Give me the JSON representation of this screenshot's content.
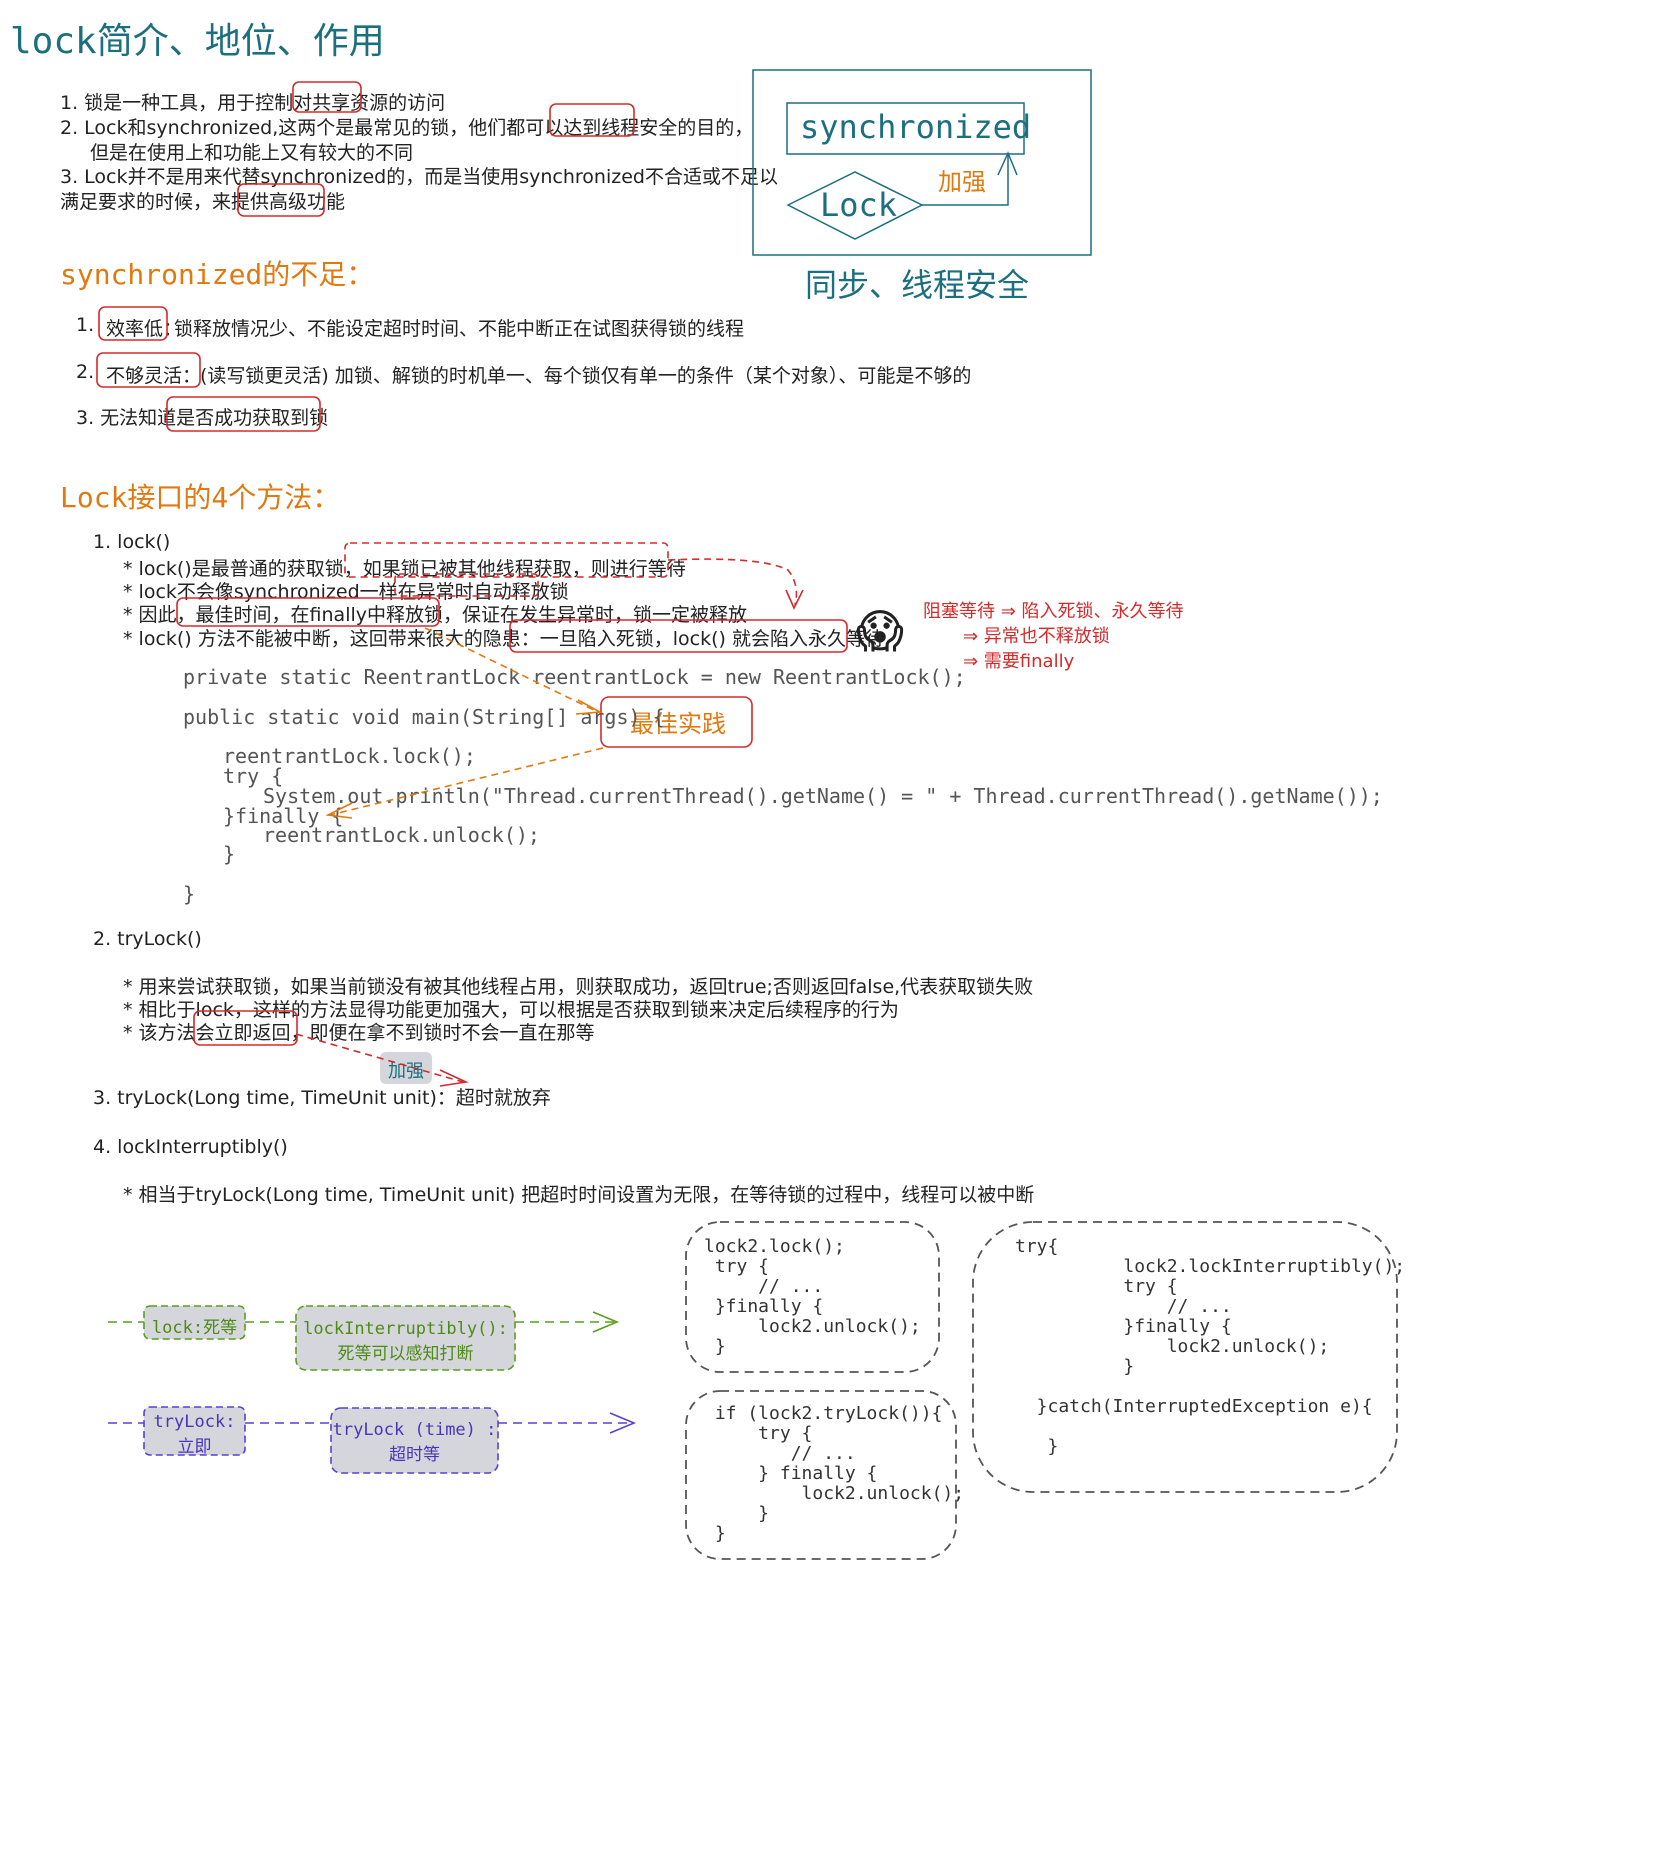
{
  "title": "lock简介、地位、作用",
  "intro": {
    "l1": "1. 锁是一种工具，用于控制对共享资源的访问",
    "l2": "2. Lock和synchronized,这两个是最常见的锁，他们都可以达到线程安全的目的，",
    "l2b": "但是在使用上和功能上又有较大的不同",
    "l3": "3. Lock并不是用来代替synchronized的，而是当使用synchronized不合适或不足以",
    "l3b": "满足要求的时候，来提供高级功能"
  },
  "right_diagram": {
    "synchronized": "synchronized",
    "lock": "Lock",
    "strengthen": "加强",
    "caption": "同步、线程安全"
  },
  "sync_section": {
    "heading": "synchronized的不足：",
    "i1_num": "1.",
    "i1_tag": "效率低：",
    "i1_text": "锁释放情况少、不能设定超时时间、不能中断正在试图获得锁的线程",
    "i2_num": "2.",
    "i2_tag": "不够灵活：",
    "i2_text": "(读写锁更灵活) 加锁、解锁的时机单一、每个锁仅有单一的条件（某个对象）、可能是不够的",
    "i3": "3. 无法知道是否成功获取到锁"
  },
  "lock_section": {
    "heading": "Lock接口的4个方法：",
    "m1": "1. lock()",
    "m1_b1": "* lock()是最普通的获取锁，如果锁已被其他线程获取，则进行等待",
    "m1_b2": "* lock不会像synchronized一样在异常时自动释放锁",
    "m1_b3": "* 因此，最佳时间，在finally中释放锁，保证在发生异常时，锁一定被释放",
    "m1_b4": "* lock() 方法不能被中断，这回带来很大的隐患：一旦陷入死锁，lock() 就会陷入永久等待",
    "emoji": "😱",
    "note1": "阻塞等待 ⇒ 陷入死锁、永久等待",
    "note2": "⇒ 异常也不释放锁",
    "note3": "⇒ 需要finally",
    "best": "最佳实践",
    "code1": "private static ReentrantLock reentrantLock = new ReentrantLock();",
    "code2": "public static void main(String[] args) {",
    "code3": "reentrantLock.lock();",
    "code4": "try {",
    "code5": "System.out.println(\"Thread.currentThread().getName() = \" + Thread.currentThread().getName());",
    "code6": "}finally {",
    "code7": "reentrantLock.unlock();",
    "code8": "}",
    "code9": "}",
    "m2": "2. tryLock()",
    "m2_b1": "* 用来尝试获取锁，如果当前锁没有被其他线程占用，则获取成功，返回true;否则返回false,代表获取锁失败",
    "m2_b2": "* 相比于lock，这样的方法显得功能更加强大，可以根据是否获取到锁来决定后续程序的行为",
    "m2_b3": "* 该方法会立即返回，即便在拿不到锁时不会一直在那等",
    "strengthen2": "加强",
    "m3": "3. tryLock(Long time, TimeUnit unit)：超时就放弃",
    "m4": "4. lockInterruptibly()",
    "m4_b1": "* 相当于tryLock(Long time, TimeUnit unit) 把超时时间设置为无限，在等待锁的过程中，线程可以被中断"
  },
  "bottom": {
    "lock_dead": "lock:死等",
    "li_1": "lockInterruptibly():",
    "li_2": "死等可以感知打断",
    "try_1": "tryLock:",
    "try_2": "立即",
    "tt_1": "tryLock (time) :",
    "tt_2": "超时等",
    "box1": "lock2.lock();\n try {\n     // ...\n }finally {\n     lock2.unlock();\n }",
    "box2": " if (lock2.tryLock()){\n     try {\n        // ...\n     } finally {\n         lock2.unlock();\n     }\n }",
    "box3": "try{\n          lock2.lockInterruptibly();\n          try {\n              // ...\n          }finally {\n              lock2.unlock();\n          }\n\n  }catch(InterruptedException e){\n\n   }"
  },
  "colors": {
    "teal": "#1b6f7e",
    "orange": "#e07a10",
    "red": "#d32b2b",
    "green": "#5a9e1b",
    "purple": "#5b3fd0",
    "pill_bg": "#d4d6dc"
  }
}
